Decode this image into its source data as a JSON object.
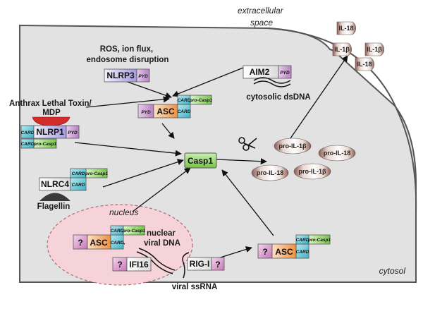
{
  "compartments": {
    "extracellular": "extracellular\nspace",
    "cytosol": "cytosol",
    "nucleus": "nucleus"
  },
  "stimuli": {
    "ros": "ROS, ion flux,\nendosome disruption",
    "anthrax": "Anthrax Lethal Toxin/\nMDP",
    "dsdna": "cytosolic dsDNA",
    "flagellin": "Flagellin",
    "nuclear_dna": "nuclear\nviral DNA",
    "ssrna": "viral ssRNA"
  },
  "proteins": {
    "nlrp3": "NLRP3",
    "aim2": "AIM2",
    "nlrp1": "NLRP1",
    "nlrc4": "NLRC4",
    "asc": "ASC",
    "casp1": "Casp1",
    "ifi16": "IFI16",
    "rigi": "RIG-I"
  },
  "domains": {
    "pyd": "PYD",
    "card": "CARD",
    "procasp1": "pro-Casp1",
    "unknown": "?"
  },
  "cytokines": {
    "pro_il1b": "pro-IL-1β",
    "pro_il18": "pro-IL-18",
    "il18": "IL-18",
    "il1b": "IL-1β"
  },
  "colors": {
    "cell": "#e2e2e2",
    "nucleus": "#f6d3d8",
    "pyd": "#c79ad0",
    "card": "#5ac0d0",
    "procasp1": "#8fd36a",
    "nlrp": "#b8b0e6",
    "asc": "#f2a463",
    "casp1": "#8fd36a",
    "question": "#d48bc6"
  }
}
